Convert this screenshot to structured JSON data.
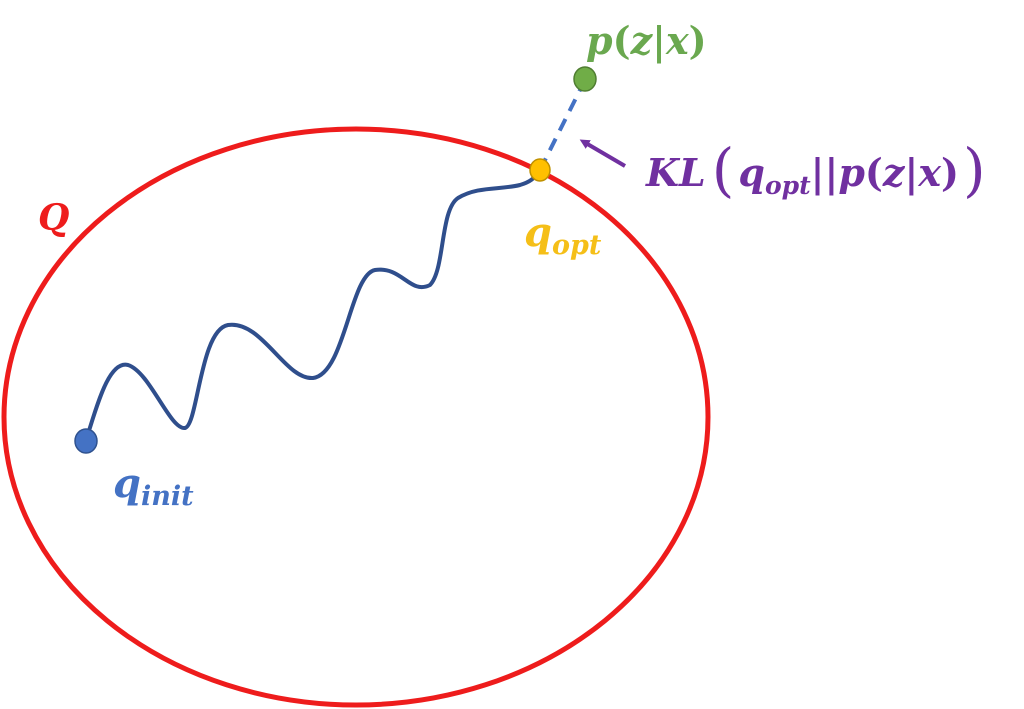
{
  "set": {
    "label": "Q",
    "color": "#ee1c1c"
  },
  "start_point": {
    "symbol": "q",
    "subscript": "init",
    "color": "#4472c4"
  },
  "optimum_point": {
    "symbol": "q",
    "subscript": "opt",
    "color": "#f5bf18"
  },
  "target_point": {
    "func": "p",
    "open_paren": "(",
    "var": "z",
    "bar": "|",
    "given": "x",
    "close_paren": ")",
    "color": "#6aa84f"
  },
  "divergence": {
    "name": "KL",
    "open_paren": "(",
    "q_symbol": "q",
    "q_subscript": "opt",
    "separator": "||",
    "func": "p",
    "inner_open": "(",
    "var": "z",
    "bar": "|",
    "given": "x",
    "inner_close": ")",
    "close_paren": ")",
    "color": "#7030a0"
  },
  "path_color": "#2f4e8c"
}
